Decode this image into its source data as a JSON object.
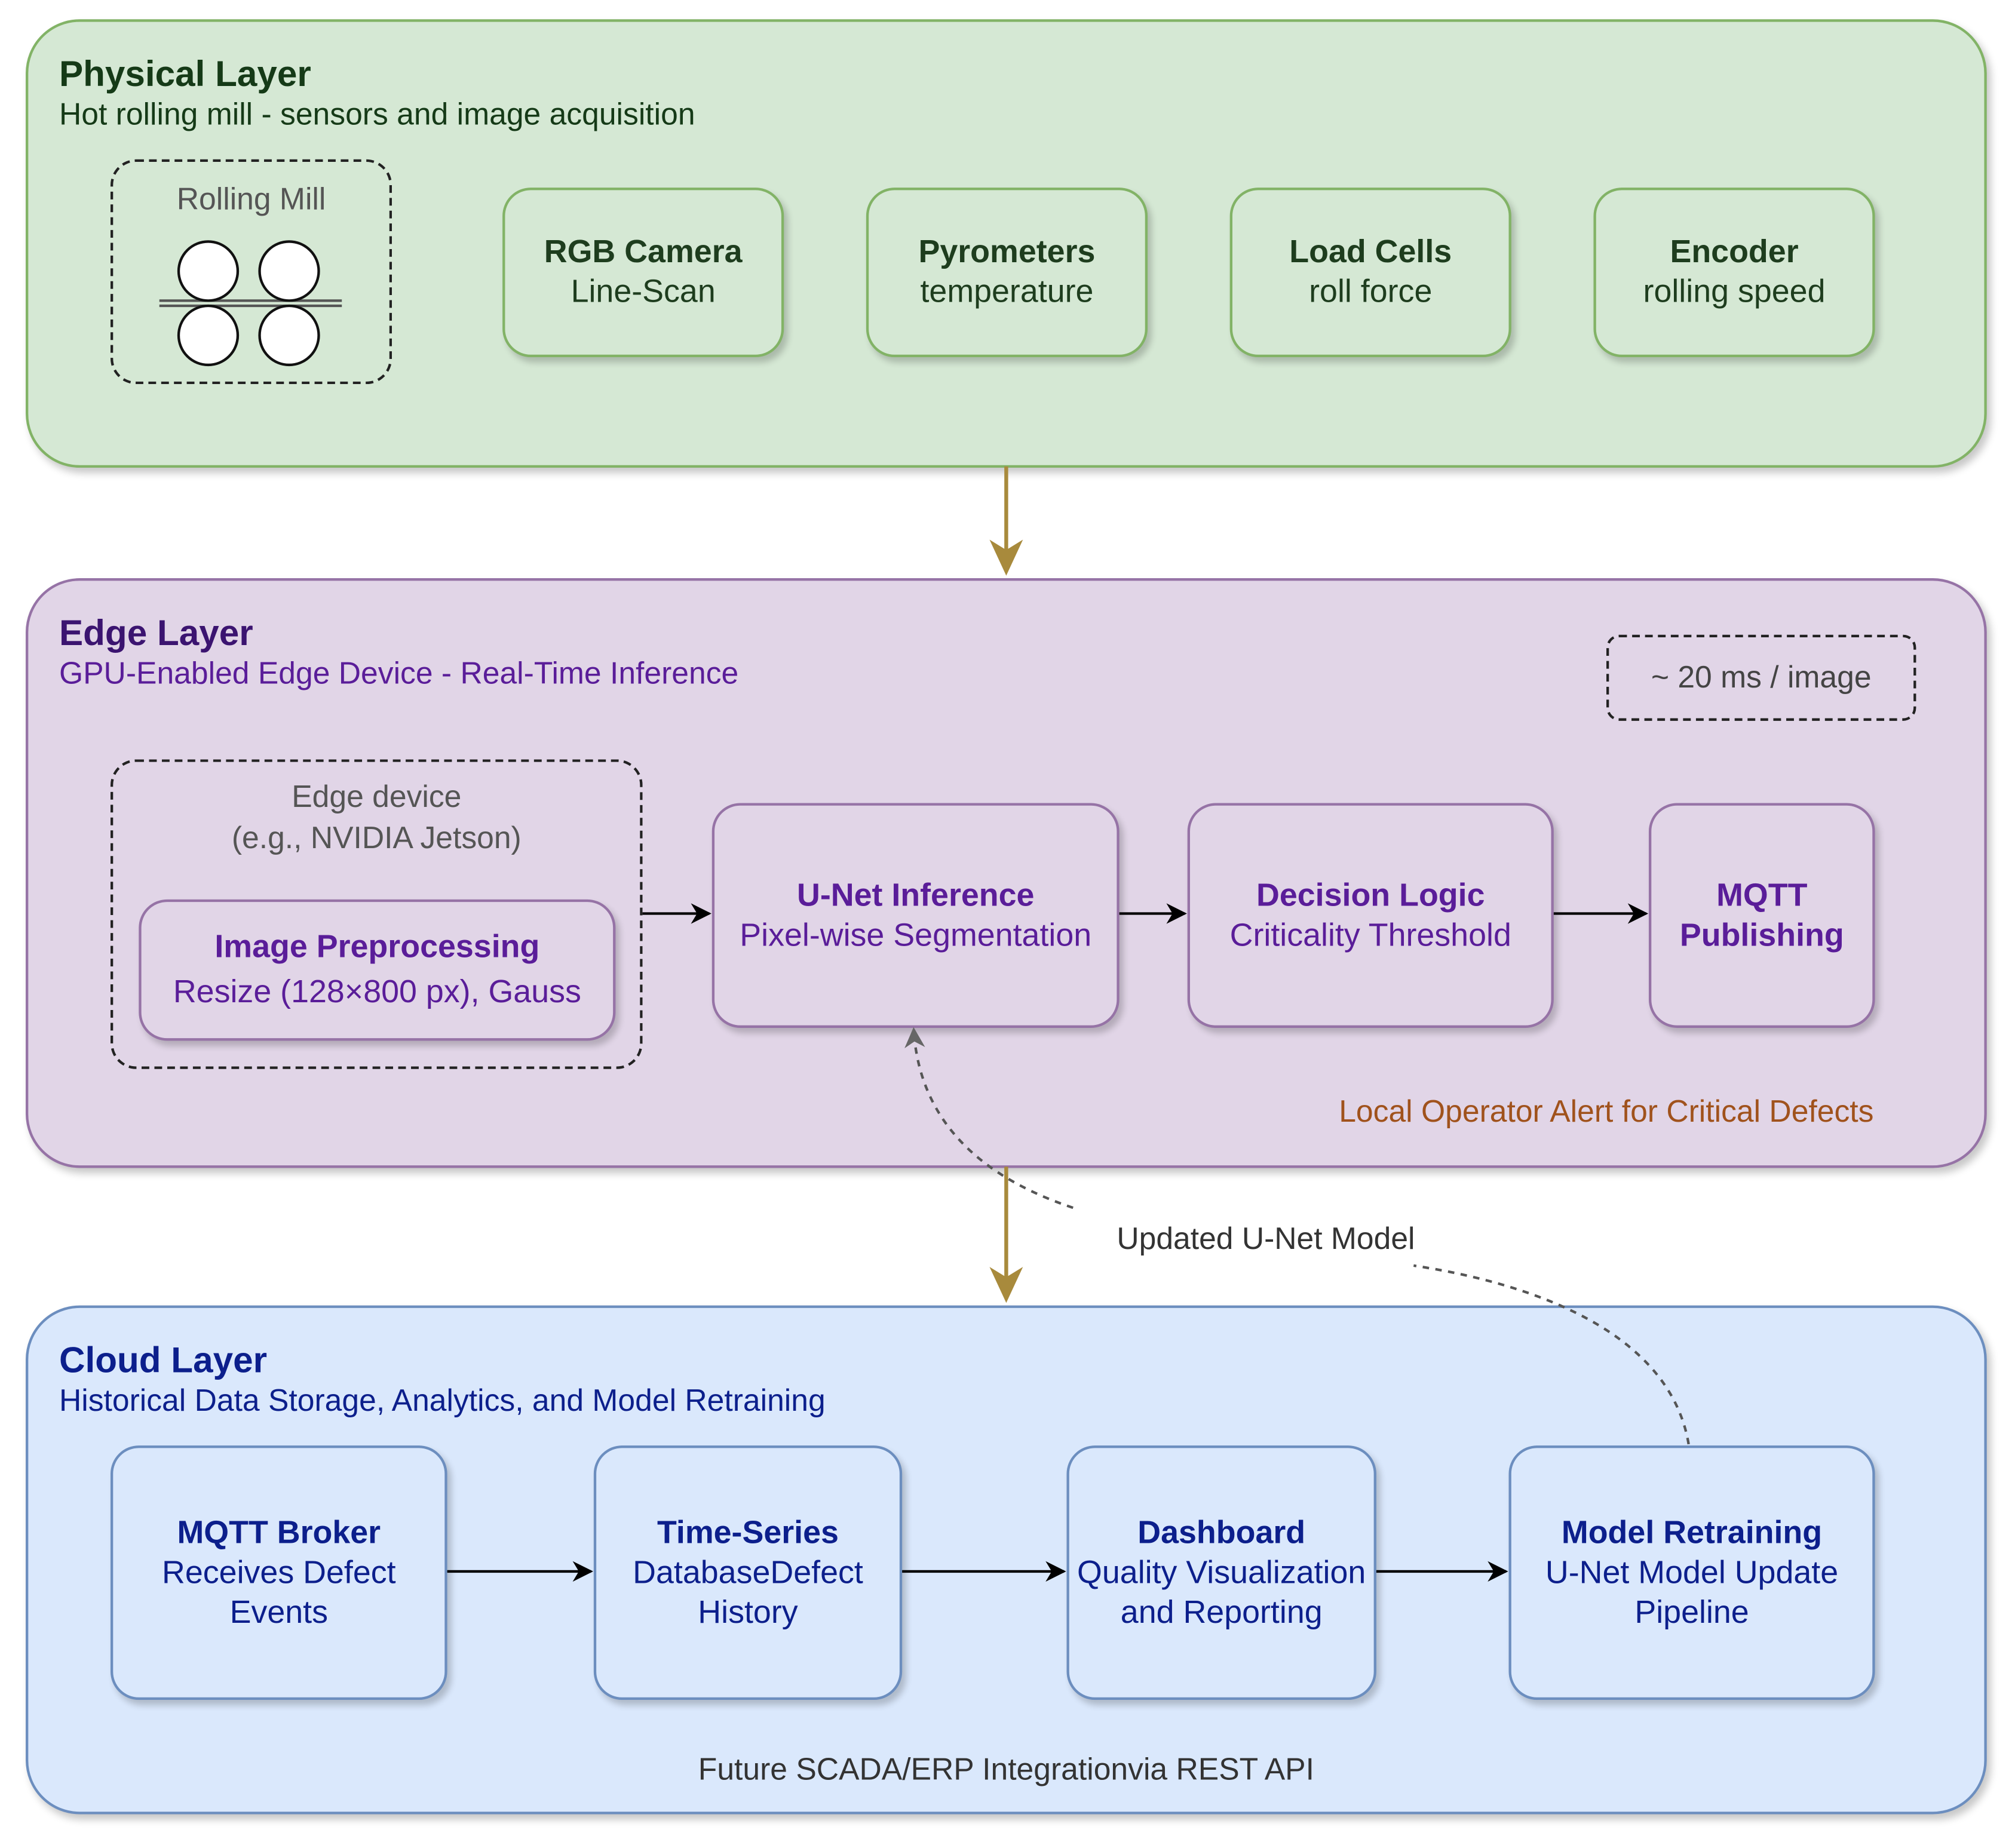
{
  "physical": {
    "title": "Physical Layer",
    "subtitle": "Hot rolling mill - sensors and image acquisition",
    "mill_label": "Rolling Mill",
    "sensors": [
      {
        "title": "RGB Camera",
        "sub": "Line-Scan"
      },
      {
        "title": "Pyrometers",
        "sub": "temperature"
      },
      {
        "title": "Load Cells",
        "sub": "roll force"
      },
      {
        "title": "Encoder",
        "sub": "rolling speed"
      }
    ]
  },
  "edge": {
    "title": "Edge Layer",
    "subtitle": "GPU-Enabled Edge Device - Real-Time Inference",
    "latency": "~ 20 ms / image",
    "device_line1": "Edge device",
    "device_line2": "(e.g., NVIDIA Jetson)",
    "preprocessing": {
      "title": "Image Preprocessing",
      "sub": "Resize (128×800 px), Gauss"
    },
    "unet": {
      "title": "U-Net Inference",
      "sub": "Pixel-wise Segmentation"
    },
    "decision": {
      "title": "Decision Logic",
      "sub": "Criticality Threshold"
    },
    "mqtt": {
      "title": "MQTT",
      "sub": "Publishing"
    },
    "alert": "Local Operator Alert for Critical Defects"
  },
  "feedback_label": "Updated U-Net Model",
  "cloud": {
    "title": "Cloud Layer",
    "subtitle": "Historical Data Storage, Analytics, and Model Retraining",
    "boxes": [
      {
        "title": "MQTT Broker",
        "line1": "Receives Defect",
        "line2": "Events"
      },
      {
        "title": "Time-Series",
        "line1": "DatabaseDefect",
        "line2": "History"
      },
      {
        "title": "Dashboard",
        "line1": "Quality Visualization",
        "line2": "and Reporting"
      },
      {
        "title": "Model Retraining",
        "line1": "U-Net Model Update",
        "line2": "Pipeline"
      }
    ],
    "footer": "Future SCADA/ERP Integrationvia REST API"
  },
  "colors": {
    "physical_fill": "#d5e8d4",
    "edge_fill": "#e1d5e7",
    "cloud_fill": "#dae8fc",
    "layer_arrow": "#a88a3c",
    "alert_text": "#a0521c"
  }
}
